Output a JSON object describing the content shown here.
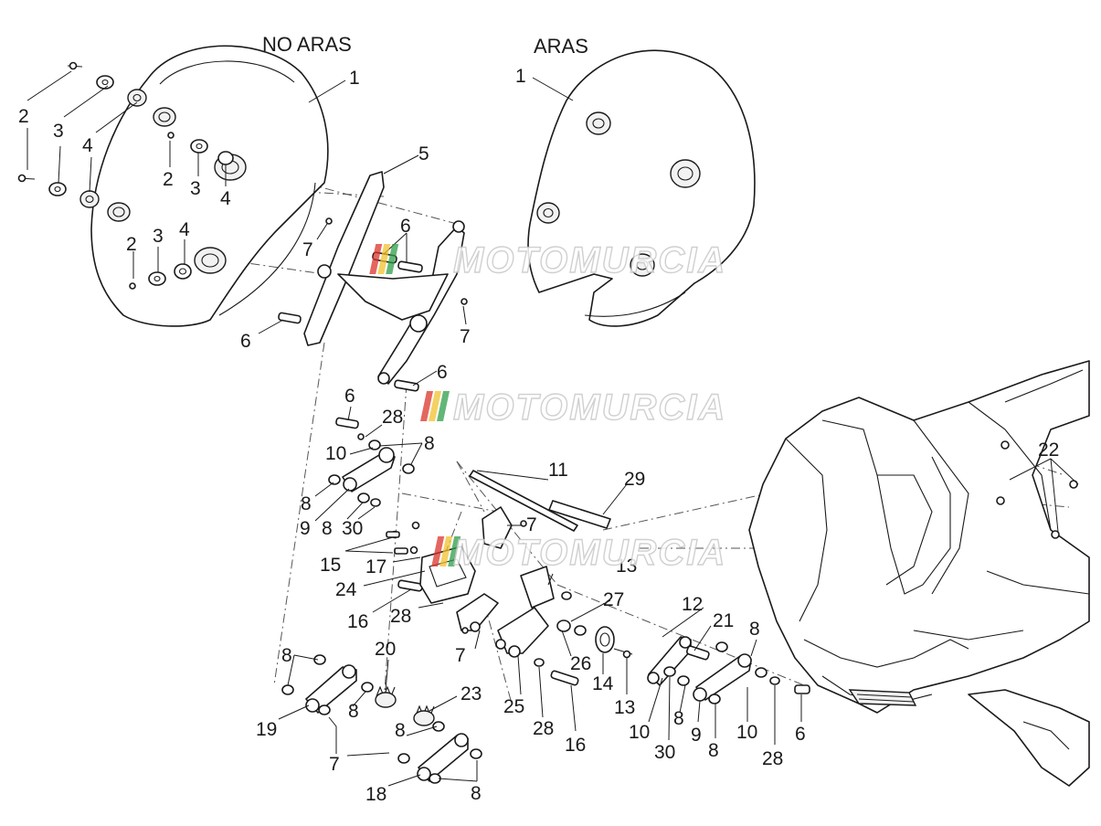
{
  "headings": {
    "left_variant": "NO ARAS",
    "right_variant": "ARAS"
  },
  "watermark": {
    "text": "MOTOMURCIA",
    "stripe_colors": [
      "#d9342b",
      "#f2c12e",
      "#2e9e48"
    ]
  },
  "callouts": [
    "1",
    "1",
    "2",
    "2",
    "2",
    "3",
    "3",
    "3",
    "4",
    "4",
    "4",
    "5",
    "6",
    "6",
    "6",
    "6",
    "6",
    "7",
    "7",
    "7",
    "7",
    "7",
    "8",
    "8",
    "8",
    "8",
    "8",
    "8",
    "8",
    "8",
    "8",
    "8",
    "9",
    "9",
    "10",
    "10",
    "10",
    "11",
    "12",
    "13",
    "13",
    "14",
    "15",
    "16",
    "16",
    "17",
    "18",
    "19",
    "20",
    "21",
    "22",
    "23",
    "24",
    "25",
    "26",
    "27",
    "28",
    "28",
    "28",
    "28",
    "29",
    "30",
    "30"
  ]
}
